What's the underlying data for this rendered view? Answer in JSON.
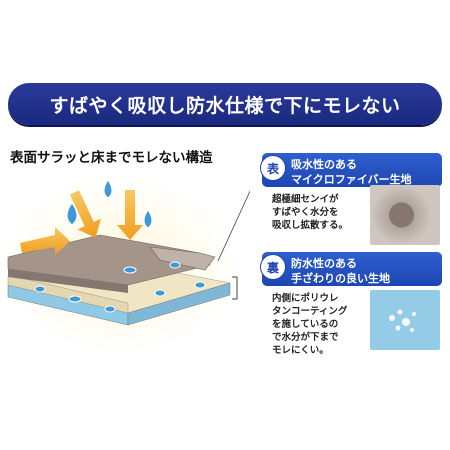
{
  "banner": {
    "text": "すばやく吸収し防水仕様で下にモレない"
  },
  "subtitle": {
    "text": "表面サラッと床までモレない構造"
  },
  "front": {
    "tag": "表",
    "line1": "吸水性のある",
    "line2": "マイクロファイバー生地",
    "desc": [
      "超極細センイが",
      "すばやく水分を",
      "吸収し拡散する。"
    ]
  },
  "back": {
    "tag": "裏",
    "line1": "防水性のある",
    "line2": "手ざわりの良い生地",
    "desc": [
      "内側にポリウレ",
      "タンコーティング",
      "を施しているの",
      "で水分が下まで",
      "モレにくい。"
    ]
  },
  "colors": {
    "banner": "#1a2a80",
    "label": "#1d46b3",
    "top_layer": "#9e8e84",
    "bottom_layer": "#f0e6c4",
    "back_layer": "#8fc9e6",
    "drop": "#3d9ad6",
    "arrow": "#f5b637"
  }
}
